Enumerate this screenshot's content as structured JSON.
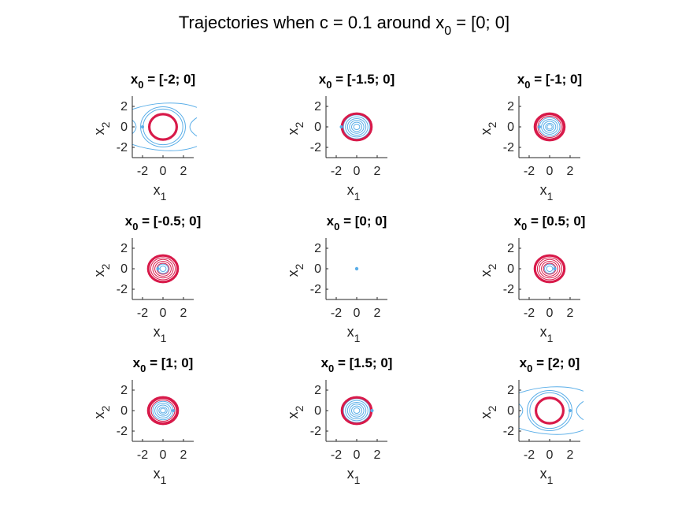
{
  "figure": {
    "title_main": "Trajectories when c = 0.1 around  x",
    "title_sub": "0",
    "title_tail": " = [0; 0]"
  },
  "style": {
    "stable_color": "#5aaee8",
    "limit_cycle_color": "#d81a4a",
    "axis_color": "#262626"
  },
  "chart_data": [
    {
      "type": "line",
      "title_main": "x",
      "title_sub": "0",
      "title_tail": " = [-2; 0]",
      "x0": [
        -2,
        0
      ],
      "xlabel": "x",
      "xlabel_sub": "1",
      "ylabel": "x",
      "ylabel_sub": "2",
      "xlim": [
        -3,
        3
      ],
      "ylim": [
        -3,
        3
      ],
      "xticks": [
        -2,
        0,
        2
      ],
      "yticks": [
        -2,
        0,
        2
      ],
      "xtick_labels": [
        "-2",
        "0",
        "2"
      ],
      "ytick_labels": [
        "-2",
        "0",
        "2"
      ],
      "limit_cycle": {
        "a": 1.4,
        "b": 1.3
      },
      "inner_spirals": [],
      "outer_trajectories": true,
      "grid": false
    },
    {
      "type": "line",
      "title_main": "x",
      "title_sub": "0",
      "title_tail": " = [-1.5; 0]",
      "x0": [
        -1.5,
        0
      ],
      "xlabel": "x",
      "xlabel_sub": "1",
      "ylabel": "x",
      "ylabel_sub": "2",
      "xlim": [
        -3,
        3
      ],
      "ylim": [
        -3,
        3
      ],
      "xticks": [
        -2,
        0,
        2
      ],
      "yticks": [
        -2,
        0,
        2
      ],
      "xtick_labels": [
        "-2",
        "0",
        "2"
      ],
      "ytick_labels": [
        "-2",
        "0",
        "2"
      ],
      "limit_cycle": {
        "a": 1.5,
        "b": 1.35
      },
      "inner_spirals": [
        1.3,
        1.1,
        0.9,
        0.7,
        0.5,
        0.3
      ],
      "outer_trajectories": false,
      "grid": false
    },
    {
      "type": "line",
      "title_main": "x",
      "title_sub": "0",
      "title_tail": " = [-1; 0]",
      "x0": [
        -1,
        0
      ],
      "xlabel": "x",
      "xlabel_sub": "1",
      "ylabel": "x",
      "ylabel_sub": "2",
      "xlim": [
        -3,
        3
      ],
      "ylim": [
        -3,
        3
      ],
      "xticks": [
        -2,
        0,
        2
      ],
      "yticks": [
        -2,
        0,
        2
      ],
      "xtick_labels": [
        "-2",
        "0",
        "2"
      ],
      "ytick_labels": [
        "-2",
        "0",
        "2"
      ],
      "limit_cycle": {
        "a": 1.5,
        "b": 1.35
      },
      "inner_spirals": [
        1.0,
        0.8,
        0.6,
        0.4,
        0.25
      ],
      "outer_trajectories": false,
      "grid": false
    },
    {
      "type": "line",
      "title_main": "x",
      "title_sub": "0",
      "title_tail": " = [-0.5; 0]",
      "x0": [
        -0.5,
        0
      ],
      "xlabel": "x",
      "xlabel_sub": "1",
      "ylabel": "x",
      "ylabel_sub": "2",
      "xlim": [
        -3,
        3
      ],
      "ylim": [
        -3,
        3
      ],
      "xticks": [
        -2,
        0,
        2
      ],
      "yticks": [
        -2,
        0,
        2
      ],
      "xtick_labels": [
        "-2",
        "0",
        "2"
      ],
      "ytick_labels": [
        "-2",
        "0",
        "2"
      ],
      "limit_cycle": {
        "a": 1.5,
        "b": 1.35
      },
      "inner_spirals": [
        0.5,
        0.3
      ],
      "outer_trajectories": false,
      "grid": false
    },
    {
      "type": "scatter",
      "title_main": "x",
      "title_sub": "0",
      "title_tail": " = [0; 0]",
      "x0": [
        0,
        0
      ],
      "xlabel": "x",
      "xlabel_sub": "1",
      "ylabel": "x",
      "ylabel_sub": "2",
      "xlim": [
        -3,
        3
      ],
      "ylim": [
        -3,
        3
      ],
      "xticks": [
        -2,
        0,
        2
      ],
      "yticks": [
        -2,
        0,
        2
      ],
      "xtick_labels": [
        "-2",
        "0",
        "2"
      ],
      "ytick_labels": [
        "-2",
        "0",
        "2"
      ],
      "limit_cycle": null,
      "inner_spirals": [],
      "outer_trajectories": false,
      "point": [
        0,
        0
      ],
      "grid": false
    },
    {
      "type": "line",
      "title_main": "x",
      "title_sub": "0",
      "title_tail": " = [0.5; 0]",
      "x0": [
        0.5,
        0
      ],
      "xlabel": "x",
      "xlabel_sub": "1",
      "ylabel": "x",
      "ylabel_sub": "2",
      "xlim": [
        -3,
        3
      ],
      "ylim": [
        -3,
        3
      ],
      "xticks": [
        -2,
        0,
        2
      ],
      "yticks": [
        -2,
        0,
        2
      ],
      "xtick_labels": [
        "-2",
        "0",
        "2"
      ],
      "ytick_labels": [
        "-2",
        "0",
        "2"
      ],
      "limit_cycle": {
        "a": 1.5,
        "b": 1.35
      },
      "inner_spirals": [
        0.5,
        0.3
      ],
      "outer_trajectories": false,
      "grid": false
    },
    {
      "type": "line",
      "title_main": "x",
      "title_sub": "0",
      "title_tail": " = [1; 0]",
      "x0": [
        1,
        0
      ],
      "xlabel": "x",
      "xlabel_sub": "1",
      "ylabel": "x",
      "ylabel_sub": "2",
      "xlim": [
        -3,
        3
      ],
      "ylim": [
        -3,
        3
      ],
      "xticks": [
        -2,
        0,
        2
      ],
      "yticks": [
        -2,
        0,
        2
      ],
      "xtick_labels": [
        "-2",
        "0",
        "2"
      ],
      "ytick_labels": [
        "-2",
        "0",
        "2"
      ],
      "limit_cycle": {
        "a": 1.5,
        "b": 1.35
      },
      "inner_spirals": [
        1.0,
        0.8,
        0.6,
        0.4,
        0.25
      ],
      "outer_trajectories": false,
      "grid": false
    },
    {
      "type": "line",
      "title_main": "x",
      "title_sub": "0",
      "title_tail": " = [1.5; 0]",
      "x0": [
        1.5,
        0
      ],
      "xlabel": "x",
      "xlabel_sub": "1",
      "ylabel": "x",
      "ylabel_sub": "2",
      "xlim": [
        -3,
        3
      ],
      "ylim": [
        -3,
        3
      ],
      "xticks": [
        -2,
        0,
        2
      ],
      "yticks": [
        -2,
        0,
        2
      ],
      "xtick_labels": [
        "-2",
        "0",
        "2"
      ],
      "ytick_labels": [
        "-2",
        "0",
        "2"
      ],
      "limit_cycle": {
        "a": 1.5,
        "b": 1.35
      },
      "inner_spirals": [
        1.3,
        1.1,
        0.9,
        0.7,
        0.5,
        0.3
      ],
      "outer_trajectories": false,
      "grid": false
    },
    {
      "type": "line",
      "title_main": "x",
      "title_sub": "0",
      "title_tail": " = [2; 0]",
      "x0": [
        2,
        0
      ],
      "xlabel": "x",
      "xlabel_sub": "1",
      "ylabel": "x",
      "ylabel_sub": "2",
      "xlim": [
        -3,
        3
      ],
      "ylim": [
        -3,
        3
      ],
      "xticks": [
        -2,
        0,
        2
      ],
      "yticks": [
        -2,
        0,
        2
      ],
      "xtick_labels": [
        "-2",
        "0",
        "2"
      ],
      "ytick_labels": [
        "-2",
        "0",
        "2"
      ],
      "limit_cycle": {
        "a": 1.4,
        "b": 1.3
      },
      "inner_spirals": [],
      "outer_trajectories": true,
      "grid": false
    }
  ]
}
